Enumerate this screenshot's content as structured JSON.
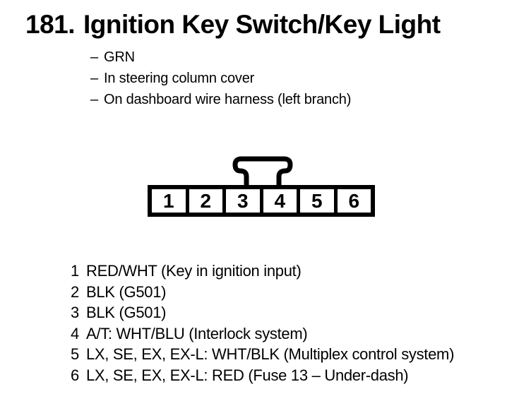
{
  "colors": {
    "paper": "#ffffff",
    "ink": "#000000"
  },
  "header": {
    "number": "181.",
    "title": "Ignition Key Switch/Key Light"
  },
  "note_bullet": "–",
  "notes": [
    "GRN",
    "In steering column cover",
    "On dashboard wire harness (left branch)"
  ],
  "connector": {
    "pins": [
      "1",
      "2",
      "3",
      "4",
      "5",
      "6"
    ]
  },
  "pin_descriptions": [
    {
      "pin": "1",
      "desc": "RED/WHT (Key in ignition input)"
    },
    {
      "pin": "2",
      "desc": "BLK (G501)"
    },
    {
      "pin": "3",
      "desc": "BLK (G501)"
    },
    {
      "pin": "4",
      "desc": "A/T: WHT/BLU (Interlock system)"
    },
    {
      "pin": "5",
      "desc": "LX, SE, EX, EX-L: WHT/BLK (Multiplex control system)"
    },
    {
      "pin": "6",
      "desc": "LX, SE, EX, EX-L: RED (Fuse 13 – Under-dash)"
    }
  ]
}
